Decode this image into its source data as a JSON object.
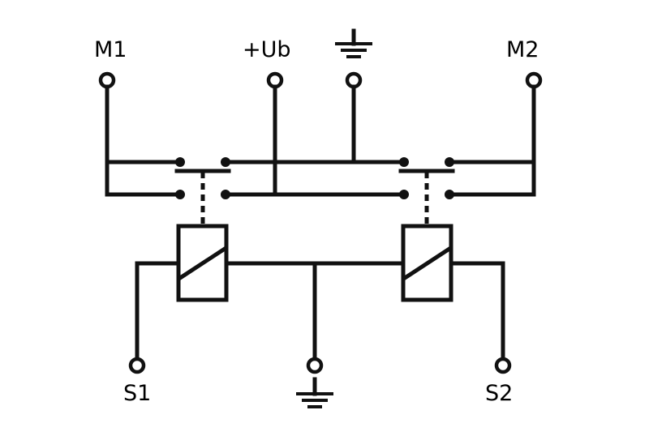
{
  "terminals": {
    "m1": "M1",
    "ub": "+Ub",
    "m2": "M2",
    "s1": "S1",
    "s2": "S2"
  },
  "symbols": {
    "ground_top": "ground-icon",
    "ground_bottom": "ground-icon"
  },
  "colors": {
    "line": "#111111",
    "background": "#ffffff"
  }
}
